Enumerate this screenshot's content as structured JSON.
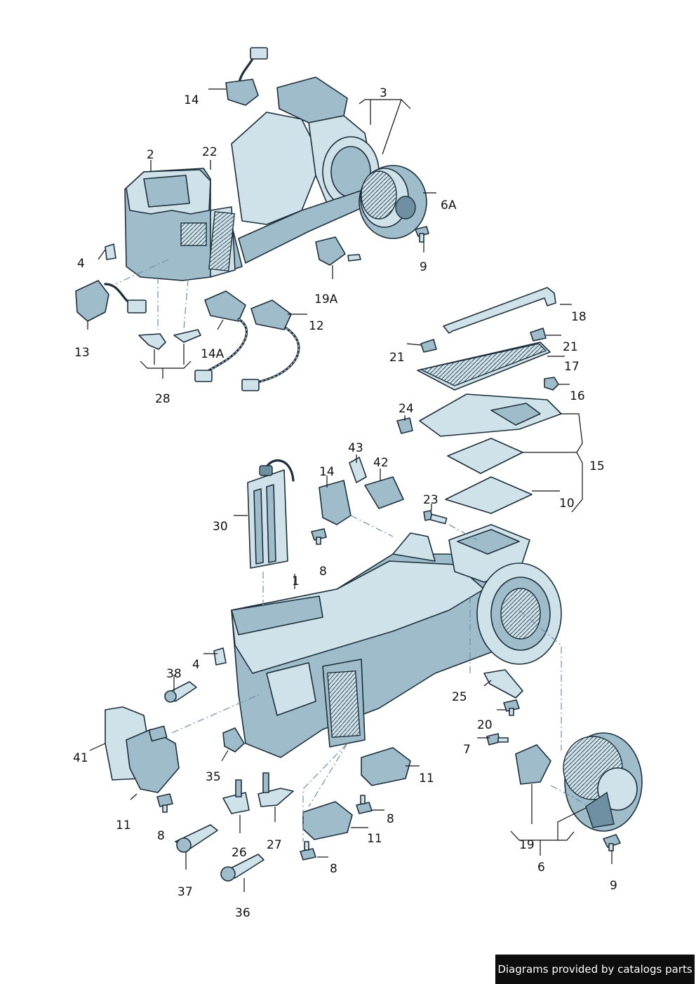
{
  "credit": {
    "text": "Diagrams provided by catalogs parts"
  },
  "colors": {
    "part_fill": "#cfe2ea",
    "part_shade": "#9fbccb",
    "outline": "#1d2f3a",
    "dash_line": "#6e8ea2",
    "credit_bg": "#0d0d0d"
  },
  "callouts": {
    "c14_top": "14",
    "c3": "3",
    "c2": "2",
    "c22": "22",
    "c6A": "6A",
    "c9_top": "9",
    "c4_top": "4",
    "c19A": "19A",
    "c13": "13",
    "c14A": "14A",
    "c12": "12",
    "c28": "28",
    "c18": "18",
    "c21_left": "21",
    "c21_right": "21",
    "c17": "17",
    "c16": "16",
    "c24": "24",
    "c15": "15",
    "c43": "43",
    "c42": "42",
    "c14_mid": "14",
    "c10": "10",
    "c23": "23",
    "c30": "30",
    "c8_mid": "8",
    "c1": "1",
    "c4_mid": "4",
    "c38": "38",
    "c25": "25",
    "c20": "20",
    "c41": "41",
    "c7": "7",
    "c35": "35",
    "c11_right": "11",
    "c11_left": "11",
    "c8_left": "8",
    "c8_centerright": "8",
    "c26": "26",
    "c27": "27",
    "c11_center": "11",
    "c19": "19",
    "c8_bottom": "8",
    "c6": "6",
    "c37": "37",
    "c9_bottom": "9",
    "c36": "36"
  }
}
